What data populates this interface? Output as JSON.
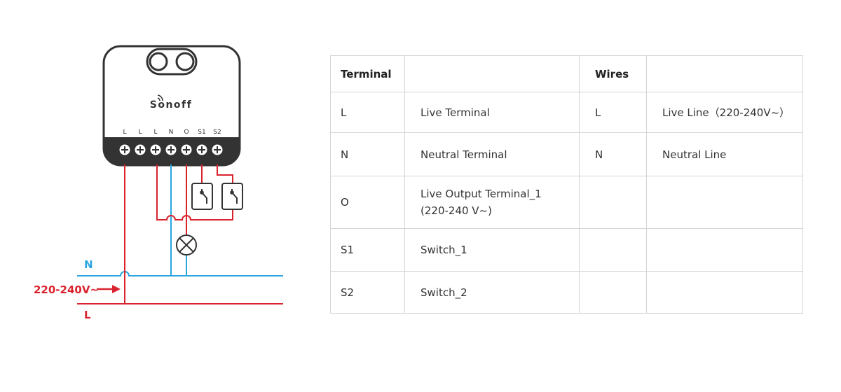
{
  "device": {
    "brand": "Sonoff",
    "terminal_labels": [
      "L",
      "L",
      "L",
      "N",
      "O",
      "S1",
      "S2"
    ]
  },
  "supply": {
    "neutral_label": "N",
    "live_label": "L",
    "voltage_label": "220-240V~"
  },
  "table": {
    "header": [
      "Terminal",
      "",
      "Wires",
      ""
    ],
    "rows": [
      [
        "L",
        "Live Terminal",
        "L",
        "Live Line（220-240V~）"
      ],
      [
        "N",
        "Neutral Terminal",
        "N",
        "Neutral Line"
      ],
      [
        "O",
        "Live Output Terminal_1 (220-240 V~)",
        "",
        ""
      ],
      [
        "S1",
        "Switch_1",
        "",
        ""
      ],
      [
        "S2",
        "Switch_2",
        "",
        ""
      ]
    ]
  },
  "colors": {
    "live": "#d9232e",
    "neutral": "#2aa5df",
    "device_outline": "#333333",
    "grid": "#d4d4d4"
  }
}
